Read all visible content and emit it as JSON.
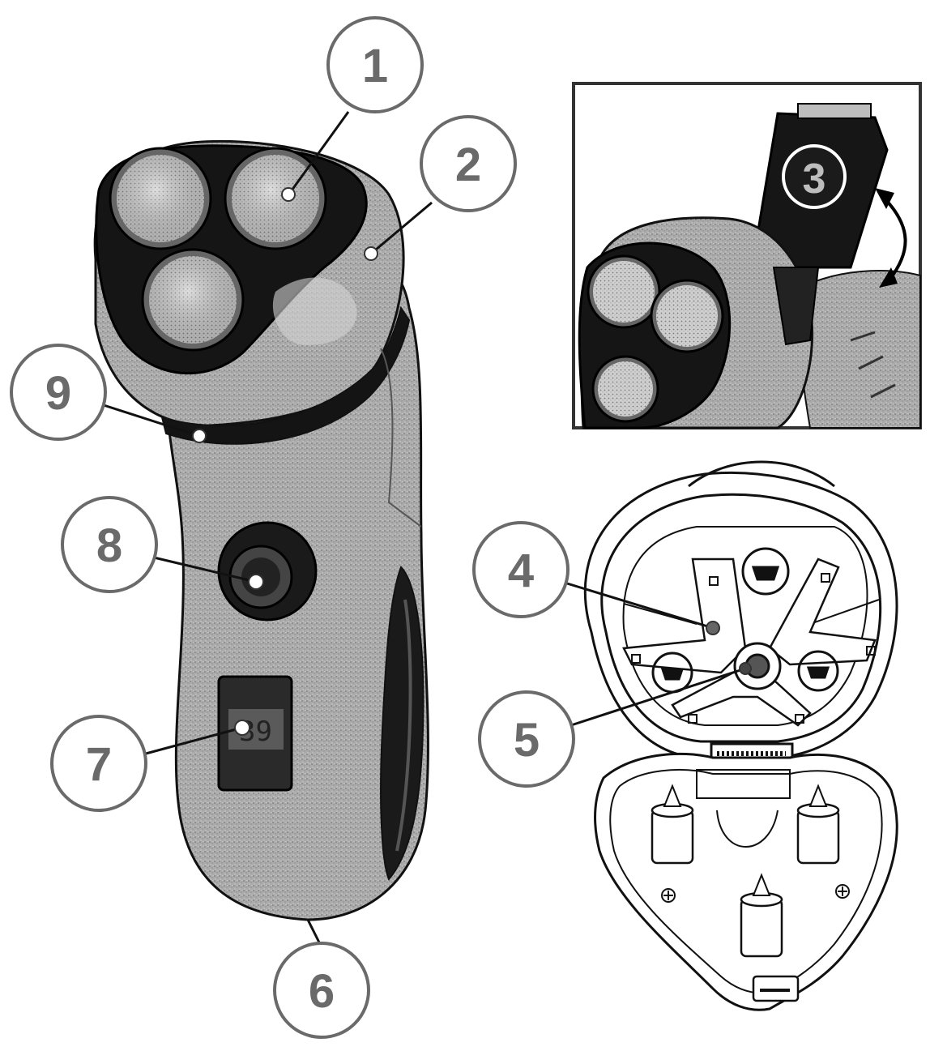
{
  "figure": {
    "callouts": [
      {
        "id": "1",
        "label": "1"
      },
      {
        "id": "2",
        "label": "2"
      },
      {
        "id": "3",
        "label": "3"
      },
      {
        "id": "4",
        "label": "4"
      },
      {
        "id": "5",
        "label": "5"
      },
      {
        "id": "6",
        "label": "6"
      },
      {
        "id": "7",
        "label": "7"
      },
      {
        "id": "8",
        "label": "8"
      },
      {
        "id": "9",
        "label": "9"
      }
    ],
    "display_readout": "39",
    "colors": {
      "ink": "#111111",
      "body_gray": "#a8a8a8",
      "body_dark": "#7e7e7e",
      "callout_gray": "#6a6a6a",
      "foil": "#c9c9c9"
    }
  }
}
